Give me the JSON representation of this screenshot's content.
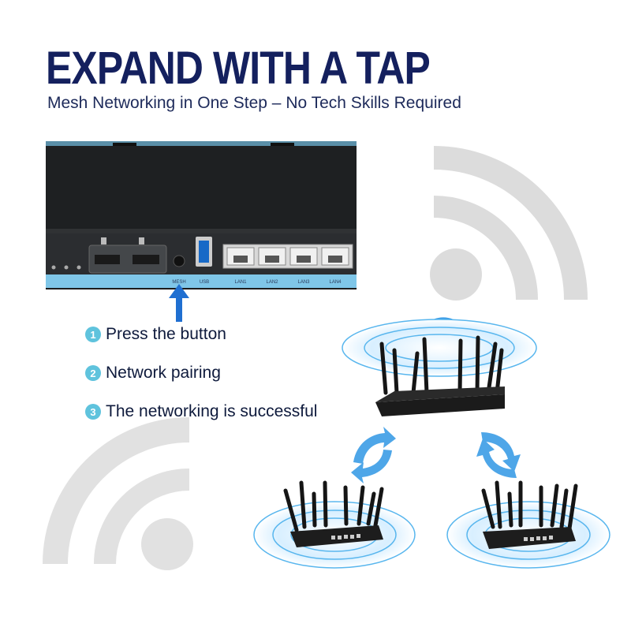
{
  "header": {
    "title": "EXPAND WITH A TAP",
    "subtitle": "Mesh Networking in One Step – No Tech Skills Required"
  },
  "panel": {
    "port_labels": {
      "mesh": "MESH",
      "usb": "USB",
      "lan1": "LAN1",
      "lan2": "LAN2",
      "lan3": "LAN3",
      "lan4": "LAN4"
    }
  },
  "steps": [
    {
      "number": "1",
      "text": "Press the button"
    },
    {
      "number": "2",
      "text": "Network pairing"
    },
    {
      "number": "3",
      "text": "The networking is successful"
    }
  ],
  "colors": {
    "title": "#14205e",
    "step_badge": "#5fc3dd",
    "arrow_blue": "#1f6fd1",
    "ring_blue": "#58b6ee",
    "wifi_gray": "#dcdcdc"
  }
}
